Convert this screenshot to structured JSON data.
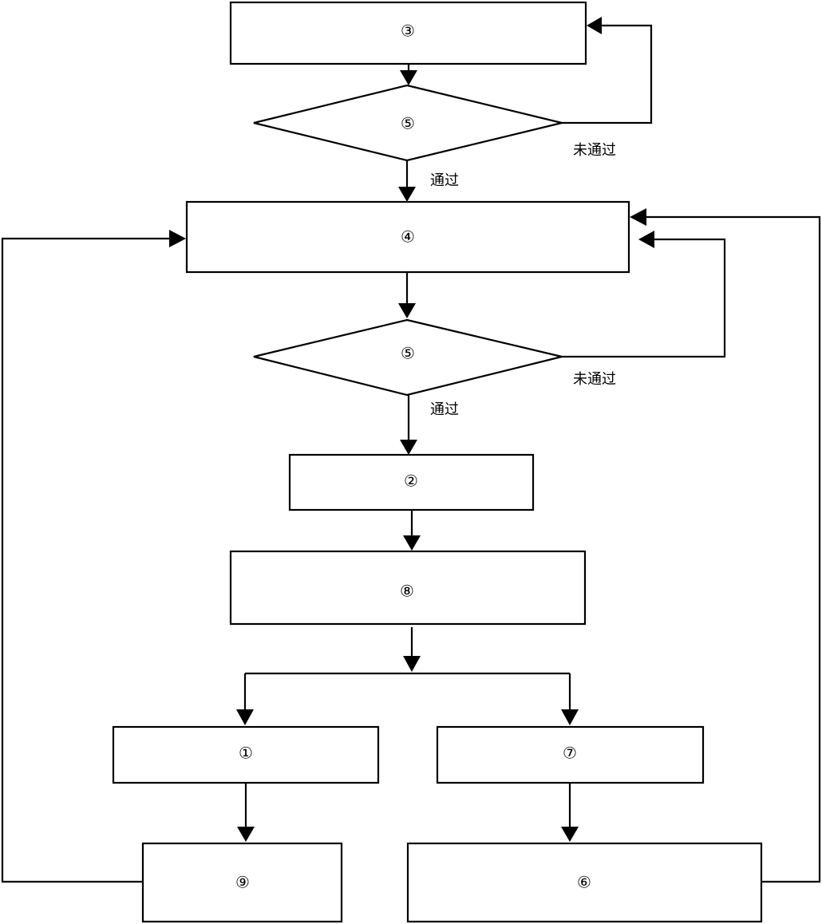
{
  "diagram": {
    "nodes": {
      "box_top": "③",
      "diamond_check_1": "⑤",
      "box_second": "④",
      "diamond_check_2": "⑤",
      "box_third": "②",
      "box_fourth": "⑧",
      "box_left_branch": "①",
      "box_right_branch": "⑦",
      "box_left_bottom": "⑨",
      "box_right_bottom": "⑥"
    },
    "edges": {
      "check_1_fail": "未通过",
      "check_1_pass": "通过",
      "check_2_fail": "未通过",
      "check_2_pass": "通过"
    }
  }
}
